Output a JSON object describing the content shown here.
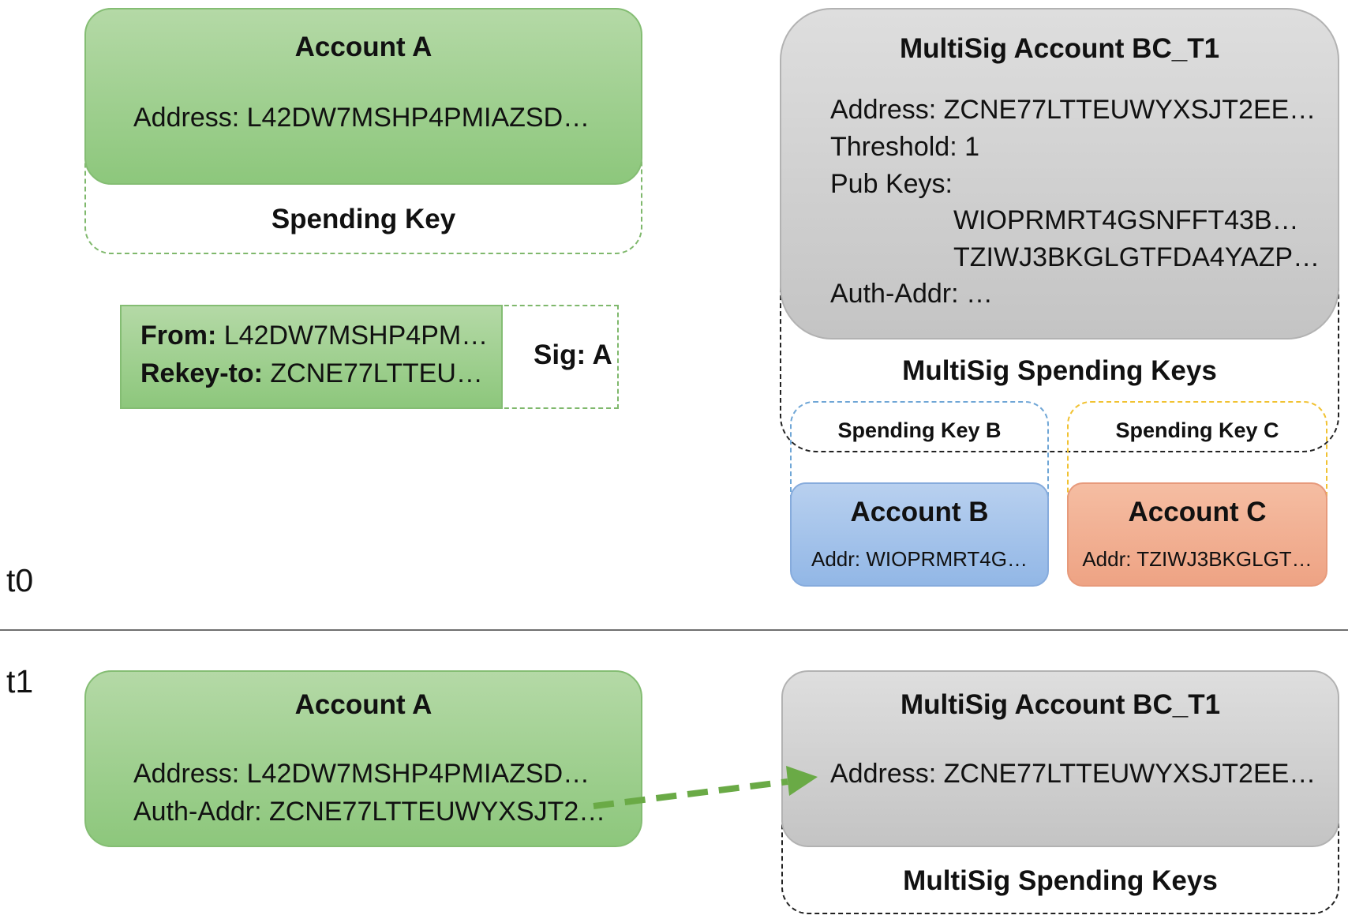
{
  "t0": {
    "time_label": "t0",
    "account_a": {
      "title": "Account A",
      "address_line": "Address: L42DW7MSHP4PMIAZSD…",
      "spending_key_label": "Spending Key"
    },
    "transaction": {
      "from_label": "From:",
      "from_value": " L42DW7MSHP4PM…",
      "rekey_label": "Rekey-to:",
      "rekey_value": "  ZCNE77LTTEU…",
      "sig_label": "Sig: A"
    },
    "multisig": {
      "title": "MultiSig Account BC_T1",
      "address_line": "Address: ZCNE77LTTEUWYXSJT2EE…",
      "threshold_line": "Threshold: 1",
      "pubkeys_label": "Pub Keys:",
      "pubkey_1": "WIOPRMRT4GSNFFT43B…",
      "pubkey_2": "TZIWJ3BKGLGTFDA4YAZP…",
      "auth_addr_line": "Auth-Addr: …",
      "spending_keys_label": "MultiSig Spending Keys",
      "spending_key_b": "Spending Key B",
      "spending_key_c": "Spending Key C"
    },
    "account_b": {
      "title": "Account B",
      "addr_line": "Addr: WIOPRMRT4G…"
    },
    "account_c": {
      "title": "Account C",
      "addr_line": "Addr: TZIWJ3BKGLGT…"
    }
  },
  "t1": {
    "time_label": "t1",
    "account_a": {
      "title": "Account A",
      "address_line": "Address: L42DW7MSHP4PMIAZSD…",
      "auth_addr_line": "Auth-Addr: ZCNE77LTTEUWYXSJT2…"
    },
    "multisig": {
      "title": "MultiSig Account BC_T1",
      "address_line": "Address: ZCNE77LTTEUWYXSJT2EE…",
      "spending_keys_label": "MultiSig Spending Keys"
    }
  },
  "colors": {
    "green": "#8dc77c",
    "green_border": "#84bd73",
    "grey": "#c4c4c4",
    "blue": "#92b7e6",
    "orange": "#eea384",
    "blue_dash": "#6fa6d6",
    "yellow_dash": "#f1c232",
    "arrow": "#6aaa46"
  }
}
